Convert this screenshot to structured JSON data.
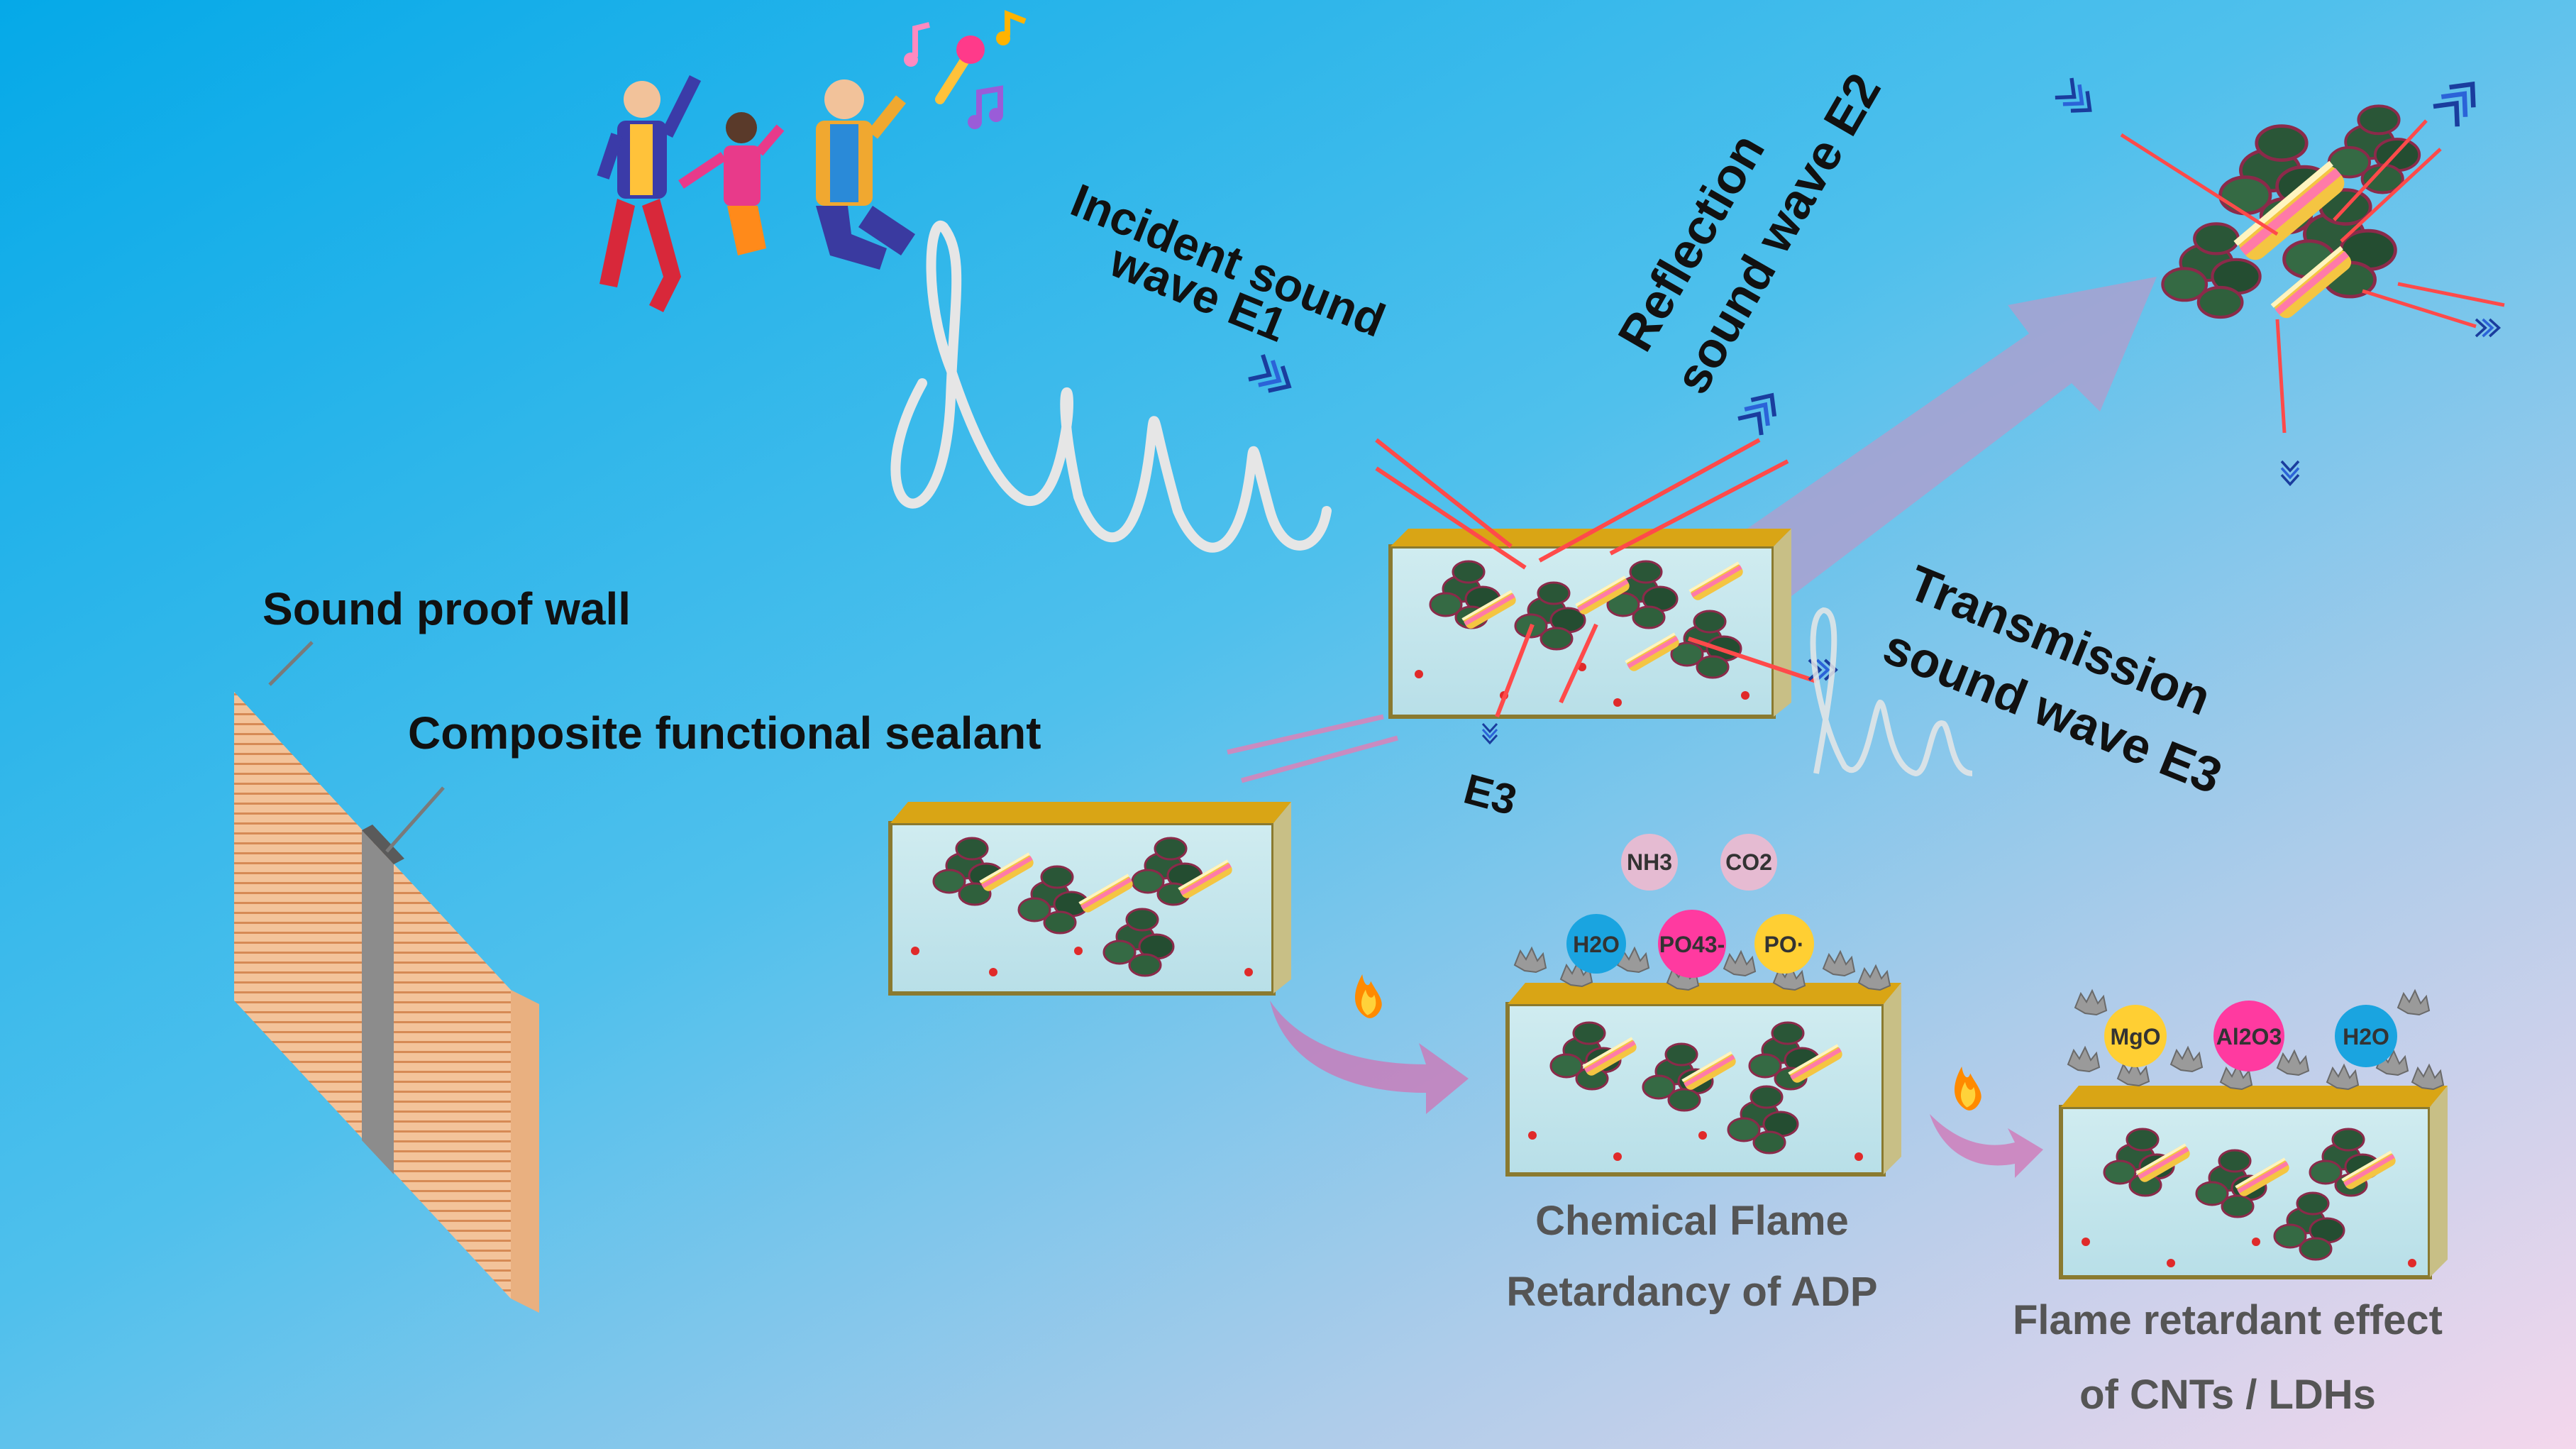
{
  "labels": {
    "sound_proof_wall": "Sound proof wall",
    "composite_sealant": "Composite functional sealant",
    "incident_1": "Incident sound",
    "incident_2": "wave E1",
    "reflection_1": "Reflection",
    "reflection_2": "sound wave E2",
    "transmission_1": "Transmission",
    "transmission_2": "sound wave E3",
    "e3": "E3",
    "chem_flame_1": "Chemical Flame",
    "chem_flame_2": "Retardancy of ADP",
    "flame_effect_1": "Flame retardant effect",
    "flame_effect_2": "of CNTs / LDHs"
  },
  "molecules_adp": {
    "nh3": "NH3",
    "co2": "CO2",
    "h2o": "H2O",
    "po4": "PO43-",
    "po": "PO·"
  },
  "molecules_ldh": {
    "mgo": "MgO",
    "al2o3": "Al2O3",
    "h2o": "H2O"
  },
  "colors": {
    "bg_top_left": "#0aaee6",
    "bg_bottom_right": "#f2d6ec",
    "sealant_top": "#d9a515",
    "arrow_red": "#ff4a4a",
    "wave_blue": "#1a3d9e",
    "flow_arrow": "#c98bc0",
    "h2o_blue": "#1aa4e0",
    "po4_pink": "#ff3aa0",
    "po_yellow": "#ffcf33",
    "gas_pink": "#f0b9cf"
  },
  "icons": [
    "dancing-people-illustration",
    "microphone-icon",
    "music-note-icon",
    "flame-icon",
    "sound-wave-chevron-icon"
  ]
}
